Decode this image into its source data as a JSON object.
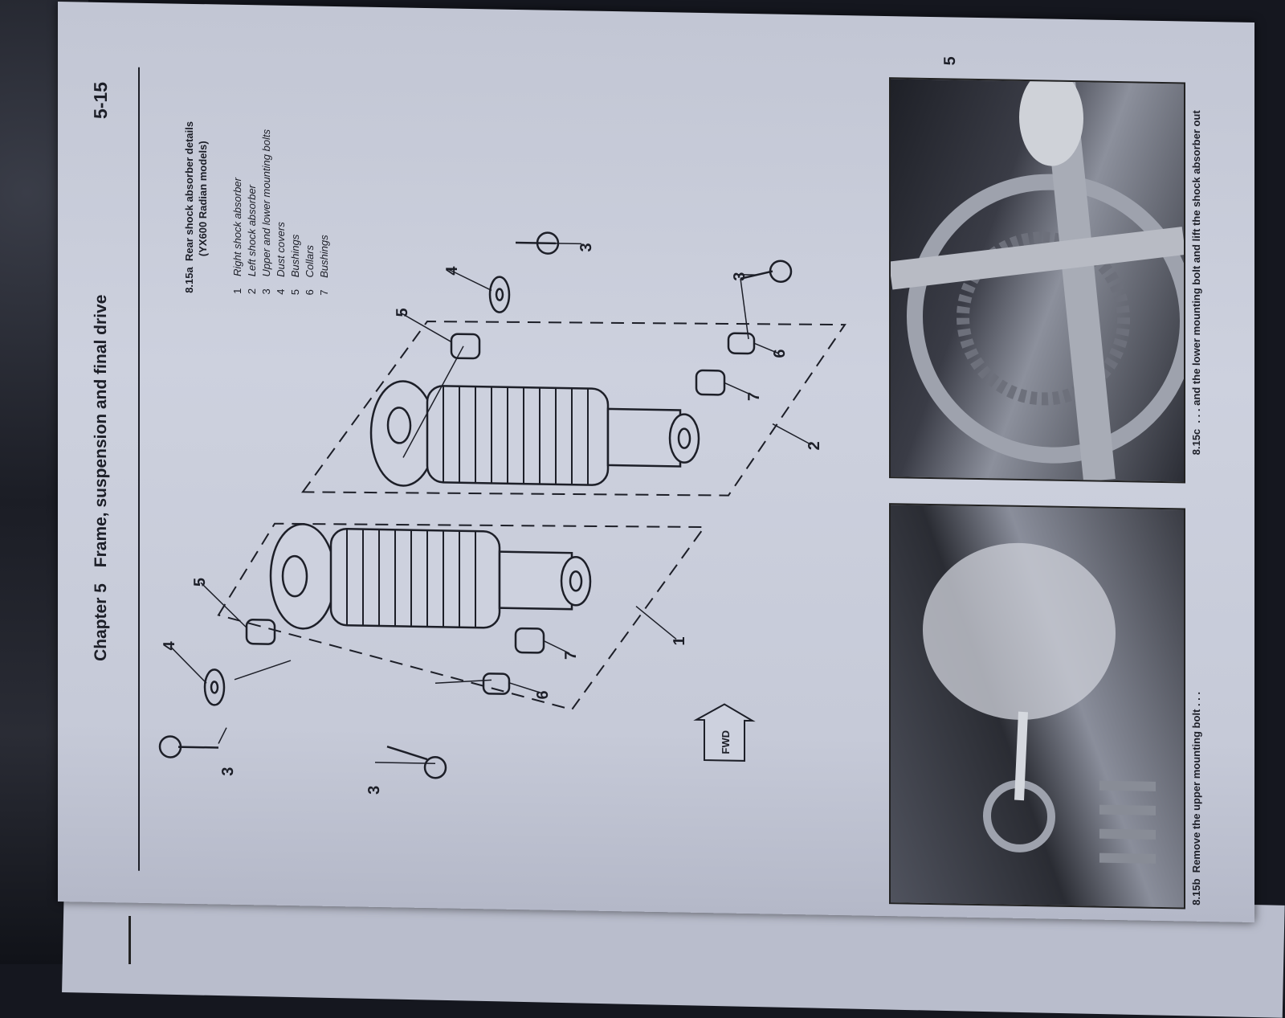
{
  "header": {
    "chapter": "Chapter 5",
    "title": "Frame, suspension and final drive",
    "page_number": "5-15"
  },
  "figure": {
    "number": "8.15a",
    "caption_line1": "Rear shock absorber details",
    "caption_line2": "(YX600 Radian models)",
    "legend": [
      {
        "n": "1",
        "label": "Right shock absorber"
      },
      {
        "n": "2",
        "label": "Left shock absorber"
      },
      {
        "n": "3",
        "label": "Upper and lower mounting bolts"
      },
      {
        "n": "4",
        "label": "Dust covers"
      },
      {
        "n": "5",
        "label": "Bushings"
      },
      {
        "n": "6",
        "label": "Collars"
      },
      {
        "n": "7",
        "label": "Bushings"
      }
    ],
    "fwd_label": "FWD"
  },
  "photos": [
    {
      "number": "8.15b",
      "caption": "Remove the upper mounting bolt . . ."
    },
    {
      "number": "8.15c",
      "caption": ". . . and the lower mounting bolt and lift the shock absorber out"
    }
  ],
  "chapter_tab": "5"
}
